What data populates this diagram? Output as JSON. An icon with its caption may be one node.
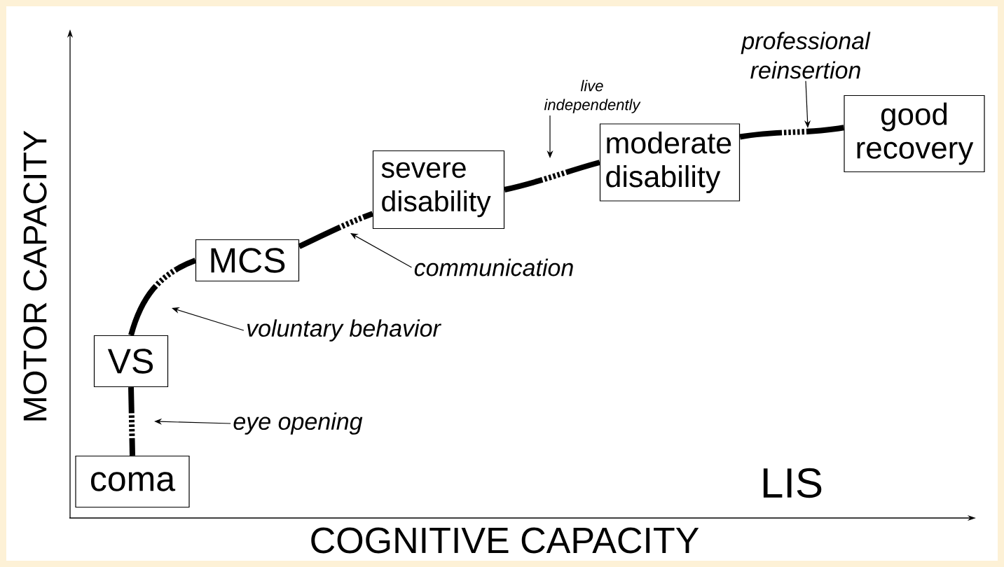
{
  "diagram": {
    "nodes": [
      {
        "text": [
          "coma"
        ]
      },
      {
        "text": [
          "VS"
        ]
      },
      {
        "text": [
          "MCS"
        ]
      },
      {
        "text": [
          "severe disability"
        ]
      },
      {
        "text": [
          "moderate disability"
        ]
      },
      {
        "text": [
          "good recovery"
        ]
      },
      {
        "text": [
          "eye opening"
        ]
      },
      {
        "text": [
          "voluntary behavior"
        ]
      },
      {
        "text": [
          "communication"
        ]
      },
      {
        "text": [
          "live independently"
        ]
      },
      {
        "text": [
          "professional reinsertion"
        ]
      }
    ],
    "edges": [
      {
        "from": 0,
        "to": 1,
        "arrow": "none",
        "style": "thick"
      },
      {
        "from": 1,
        "to": 2,
        "arrow": "none",
        "style": "thick"
      },
      {
        "from": 2,
        "to": 3,
        "arrow": "none",
        "style": "thick"
      },
      {
        "from": 3,
        "to": 4,
        "arrow": "none",
        "style": "thick"
      },
      {
        "from": 4,
        "to": 5,
        "arrow": "none",
        "style": "thick"
      },
      {
        "from": 6,
        "to": null,
        "arrow": "to"
      },
      {
        "from": 7,
        "to": null,
        "arrow": "to"
      },
      {
        "from": 8,
        "to": null,
        "arrow": "to"
      },
      {
        "from": 9,
        "to": null,
        "arrow": "to"
      },
      {
        "from": 10,
        "to": null,
        "arrow": "to"
      }
    ],
    "labels": [
      "LIS",
      "MOTOR CAPACITY",
      "COGNITIVE CAPACITY"
    ]
  }
}
